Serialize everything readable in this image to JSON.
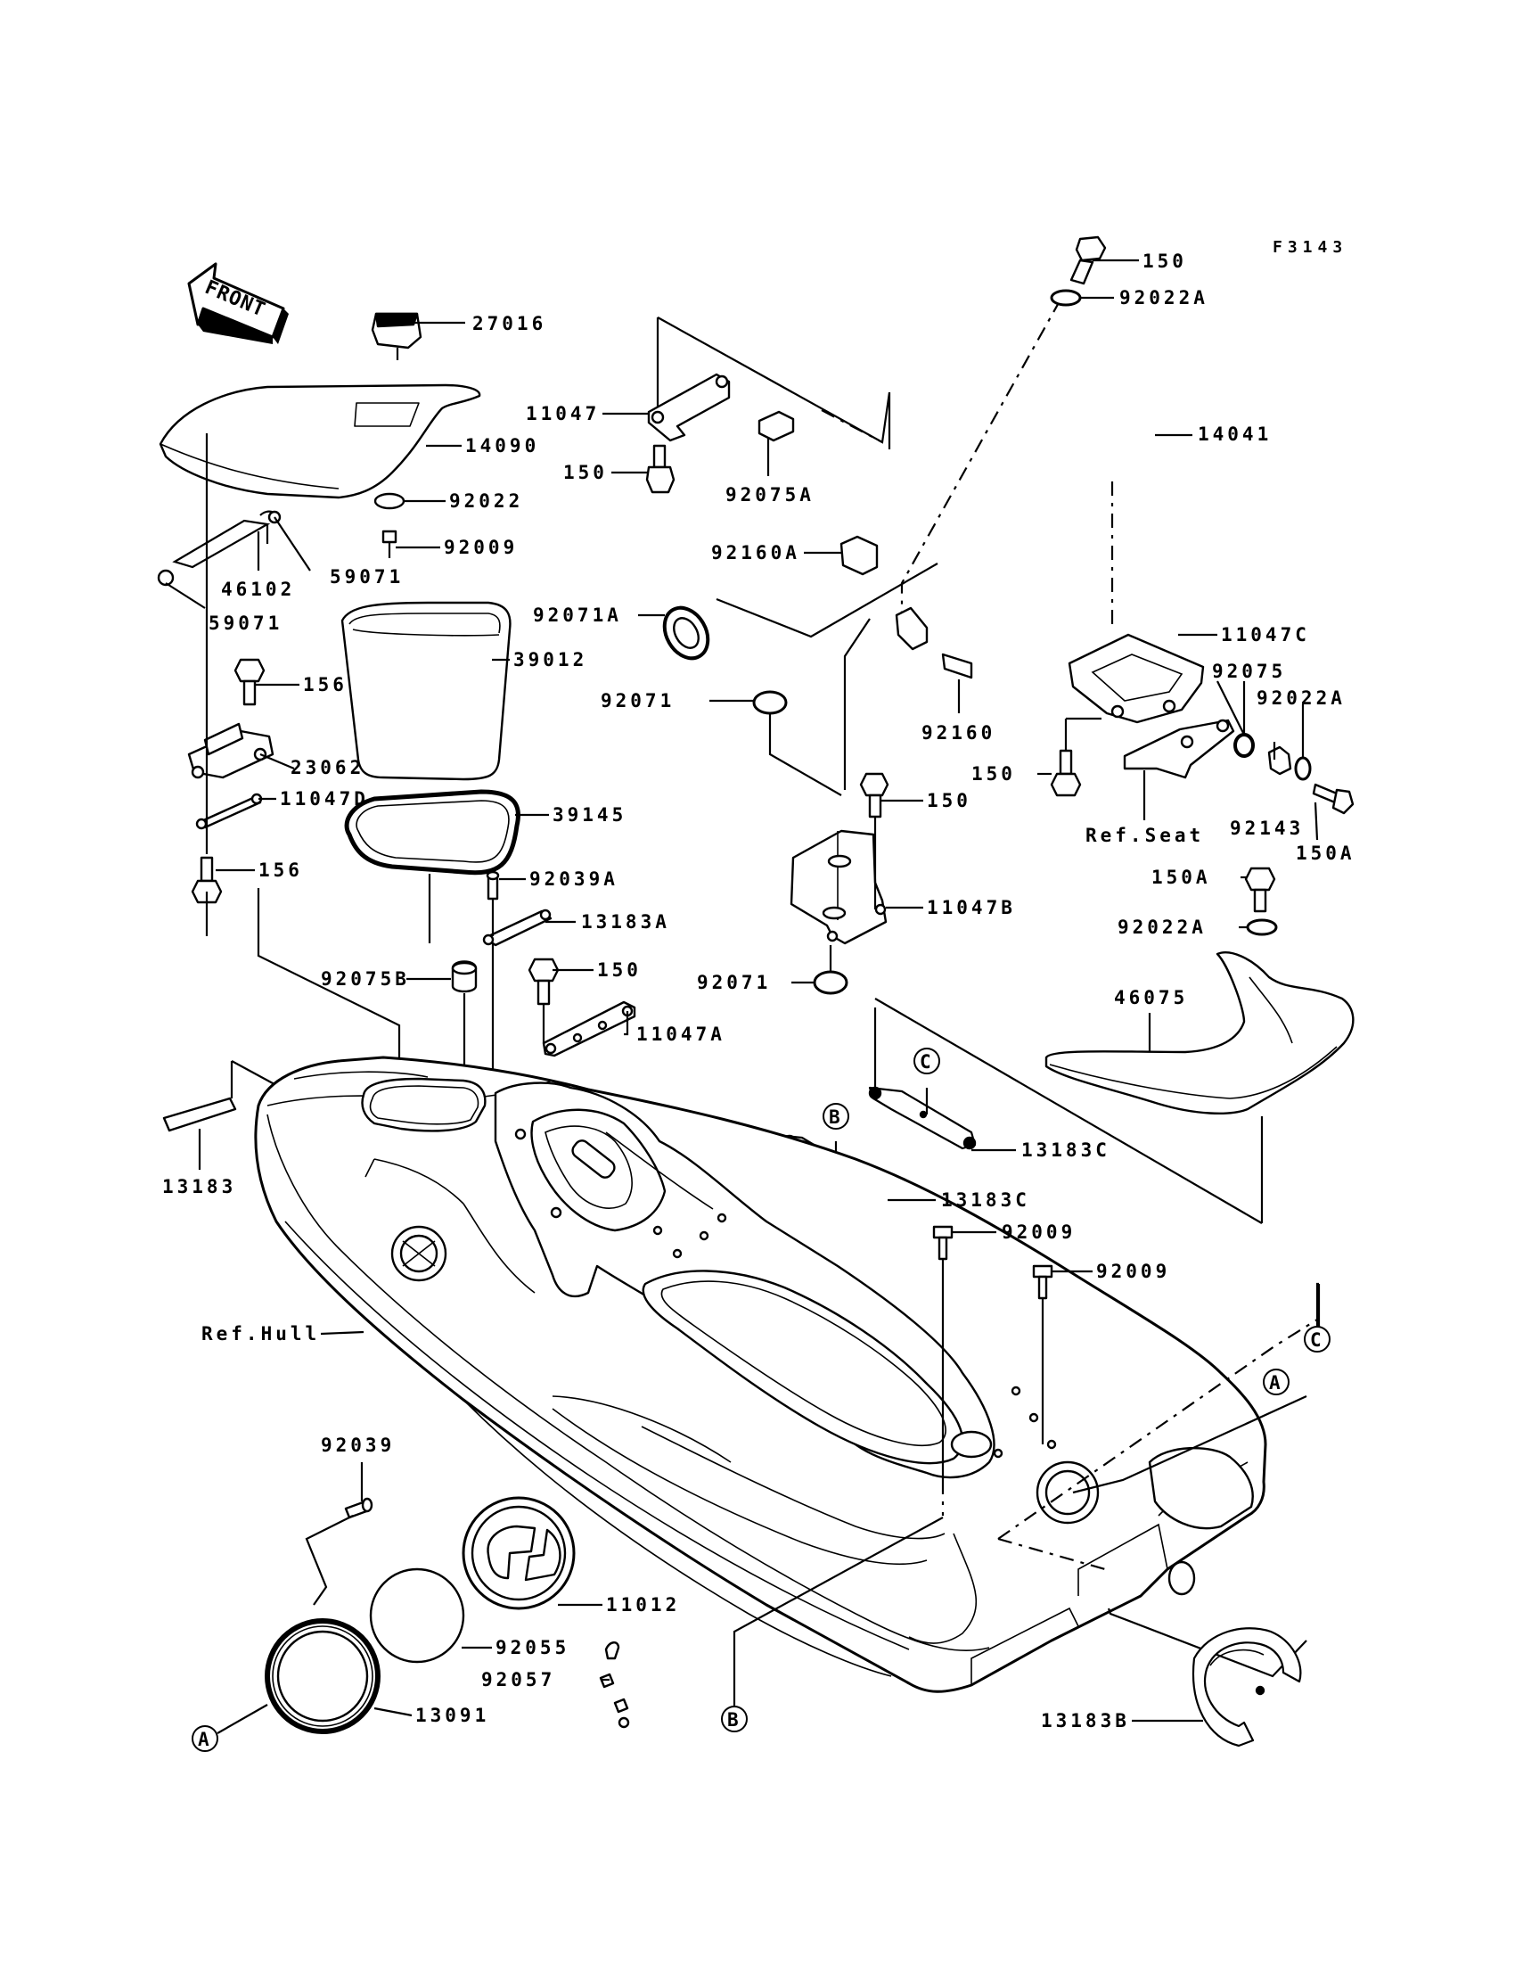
{
  "figure_code": "F3143",
  "front_arrow_label": "FRONT",
  "part_labels": [
    {
      "id": "p150-top",
      "text": "150"
    },
    {
      "id": "p92022a-top",
      "text": "92022A"
    },
    {
      "id": "p27016",
      "text": "27016"
    },
    {
      "id": "p11047",
      "text": "11047"
    },
    {
      "id": "p14090",
      "text": "14090"
    },
    {
      "id": "p14041",
      "text": "14041"
    },
    {
      "id": "p150-b",
      "text": "150"
    },
    {
      "id": "p92075a",
      "text": "92075A"
    },
    {
      "id": "p92022",
      "text": "92022"
    },
    {
      "id": "p92009-a",
      "text": "92009"
    },
    {
      "id": "p92160a",
      "text": "92160A"
    },
    {
      "id": "p46102",
      "text": "46102"
    },
    {
      "id": "p59071-a",
      "text": "59071"
    },
    {
      "id": "p59071-b",
      "text": "59071"
    },
    {
      "id": "p92071a",
      "text": "92071A"
    },
    {
      "id": "p11047c",
      "text": "11047C"
    },
    {
      "id": "p39012",
      "text": "39012"
    },
    {
      "id": "p92075",
      "text": "92075"
    },
    {
      "id": "p92022a-r",
      "text": "92022A"
    },
    {
      "id": "p156-a",
      "text": "156"
    },
    {
      "id": "p92071-a",
      "text": "92071"
    },
    {
      "id": "p92160",
      "text": "92160"
    },
    {
      "id": "p23062",
      "text": "23062"
    },
    {
      "id": "p150-c",
      "text": "150"
    },
    {
      "id": "p150-d",
      "text": "150"
    },
    {
      "id": "p11047d",
      "text": "11047D"
    },
    {
      "id": "p39145",
      "text": "39145"
    },
    {
      "id": "pRefSeat",
      "text": "Ref.Seat"
    },
    {
      "id": "p92143",
      "text": "92143"
    },
    {
      "id": "p150a-r",
      "text": "150A"
    },
    {
      "id": "p156-b",
      "text": "156"
    },
    {
      "id": "p92039a",
      "text": "92039A"
    },
    {
      "id": "p150a-m",
      "text": "150A"
    },
    {
      "id": "p11047b",
      "text": "11047B"
    },
    {
      "id": "p13183a",
      "text": "13183A"
    },
    {
      "id": "p92022a-m",
      "text": "92022A"
    },
    {
      "id": "p150-e",
      "text": "150"
    },
    {
      "id": "p92075b",
      "text": "92075B"
    },
    {
      "id": "p92071-b",
      "text": "92071"
    },
    {
      "id": "p46075",
      "text": "46075"
    },
    {
      "id": "p11047a",
      "text": "11047A"
    },
    {
      "id": "p13183c-a",
      "text": "13183C"
    },
    {
      "id": "p13183",
      "text": "13183"
    },
    {
      "id": "p13183c-b",
      "text": "13183C"
    },
    {
      "id": "p92009-b",
      "text": "92009"
    },
    {
      "id": "p92009-c",
      "text": "92009"
    },
    {
      "id": "pRefHull",
      "text": "Ref.Hull"
    },
    {
      "id": "p92039",
      "text": "92039"
    },
    {
      "id": "p11012",
      "text": "11012"
    },
    {
      "id": "p92055",
      "text": "92055"
    },
    {
      "id": "p92057",
      "text": "92057"
    },
    {
      "id": "p13091",
      "text": "13091"
    },
    {
      "id": "p13183b",
      "text": "13183B"
    }
  ],
  "reference_markers": [
    "A",
    "B",
    "C"
  ]
}
